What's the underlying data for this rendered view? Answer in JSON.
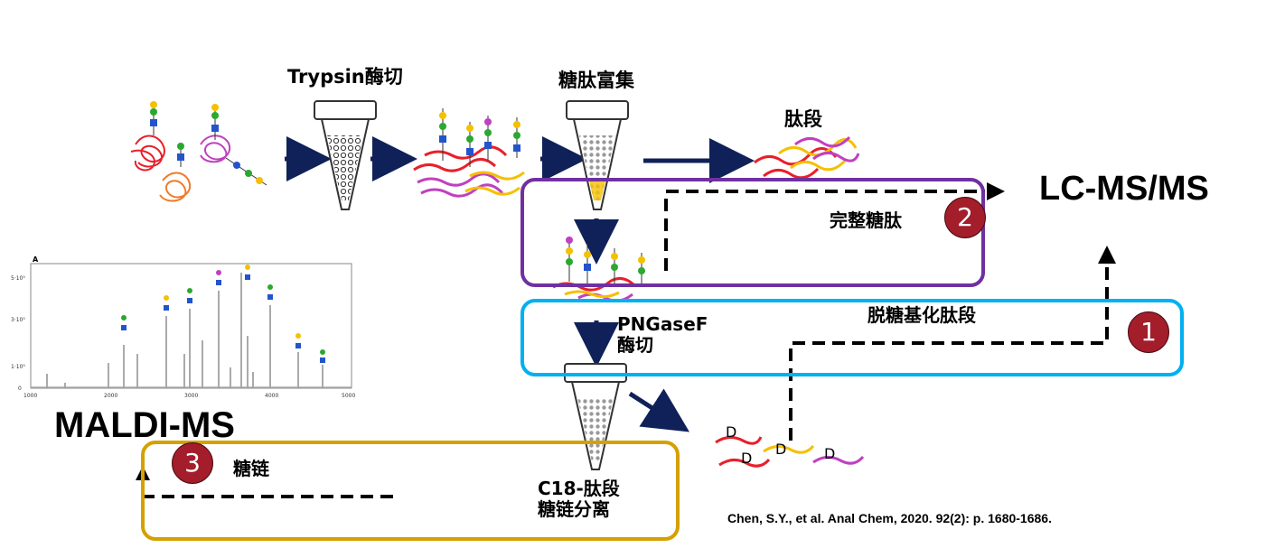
{
  "labels": {
    "trypsin": "Trypsin酶切",
    "enrichment": "糖肽富集",
    "peptides": "肽段",
    "lcms": "LC-MS/MS",
    "intact": "完整糖肽",
    "deglyco": "脱糖基化肽段",
    "pngase_line1": "PNGaseF",
    "pngase_line2": "酶切",
    "maldi": "MALDI-MS",
    "glycan": "糖链",
    "c18_line1": "C18-肽段",
    "c18_line2": "糖链分离",
    "citation": "Chen, S.Y., et al. Anal Chem, 2020. 92(2): p. 1680-1686."
  },
  "badges": {
    "one": "1",
    "two": "2",
    "three": "3"
  },
  "spectrum": {
    "panel": "A",
    "yticks": [
      "5·10⁵",
      "3·10⁵",
      "1·10⁵",
      "0"
    ],
    "xticks": [
      "1000",
      "2000",
      "3000",
      "4000",
      "5000"
    ]
  },
  "colors": {
    "purple_box": "#7030a0",
    "blue_box": "#00b0f0",
    "gold_box": "#d4a100",
    "arrow": "#0f2158",
    "badge": "#a31d2b",
    "peptide_red": "#e8202a",
    "peptide_yellow": "#f5c000",
    "peptide_magenta": "#c040c0"
  }
}
